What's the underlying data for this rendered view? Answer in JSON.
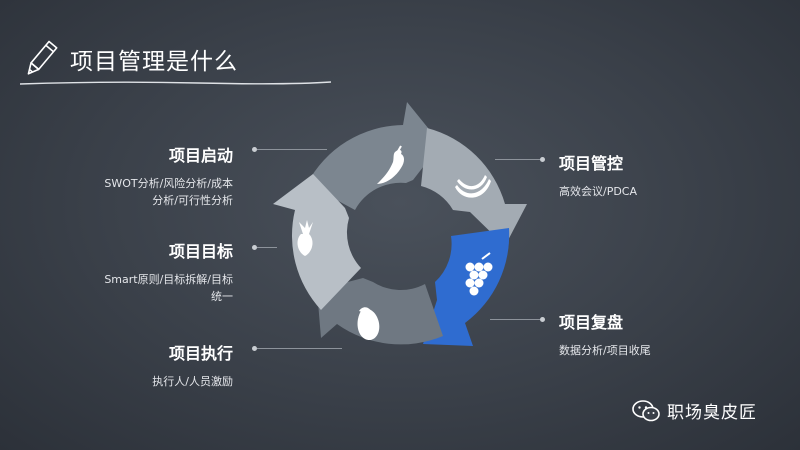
{
  "slide": {
    "title": "项目管理是什么"
  },
  "phases": {
    "initiation": {
      "title": "项目启动",
      "desc_line1": "SWOT分析/风险分析/成本",
      "desc_line2": "分析/可行性分析"
    },
    "goals": {
      "title": "项目目标",
      "desc_line1": "Smart原则/目标拆解/目标",
      "desc_line2": "统一"
    },
    "execution": {
      "title": "项目执行",
      "desc_line1": "执行人/人员激励"
    },
    "control": {
      "title": "项目管控",
      "desc_line1": "高效会议/PDCA"
    },
    "review": {
      "title": "项目复盘",
      "desc_line1": "数据分析/项目收尾"
    }
  },
  "cycle_icons": [
    "chili-icon",
    "banana-icon",
    "grapes-icon",
    "eggplant-icon",
    "radish-icon"
  ],
  "colors": {
    "segment_gray": "#8a939c",
    "segment_dark": "#6f7882",
    "segment_accent": "#2f6cd0",
    "background": "#3a4049"
  },
  "brand": {
    "name": "职场臭皮匠"
  }
}
